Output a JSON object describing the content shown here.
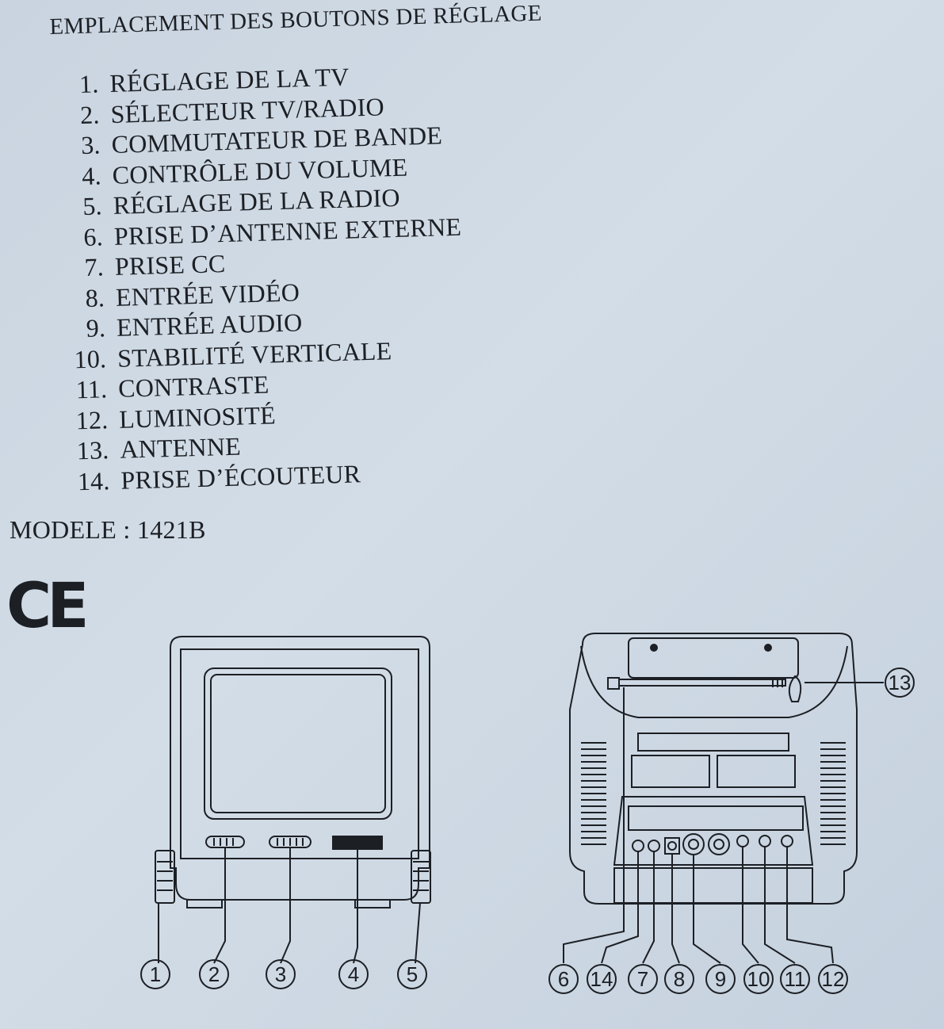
{
  "heading": "EMPLACEMENT DES BOUTONS DE RÉGLAGE",
  "items": [
    {
      "num": "1.",
      "label": "RÉGLAGE DE LA TV"
    },
    {
      "num": "2.",
      "label": "SÉLECTEUR TV/RADIO"
    },
    {
      "num": "3.",
      "label": "COMMUTATEUR DE BANDE"
    },
    {
      "num": "4.",
      "label": "CONTRÔLE DU VOLUME"
    },
    {
      "num": "5.",
      "label": "RÉGLAGE DE LA RADIO"
    },
    {
      "num": "6.",
      "label": "PRISE D’ANTENNE EXTERNE"
    },
    {
      "num": "7.",
      "label": "PRISE CC"
    },
    {
      "num": "8.",
      "label": "ENTRÉE VIDÉO"
    },
    {
      "num": "9.",
      "label": "ENTRÉE AUDIO"
    },
    {
      "num": "10.",
      "label": "STABILITÉ VERTICALE"
    },
    {
      "num": "11.",
      "label": "CONTRASTE"
    },
    {
      "num": "12.",
      "label": "LUMINOSITÉ"
    },
    {
      "num": "13.",
      "label": "ANTENNE"
    },
    {
      "num": "14.",
      "label": "PRISE D’ÉCOUTEUR"
    }
  ],
  "model": "MODELE : 1421B",
  "certification_mark": "CE",
  "front_callouts": [
    "1",
    "2",
    "3",
    "4",
    "5"
  ],
  "rear_callouts": [
    "6",
    "14",
    "7",
    "8",
    "9",
    "10",
    "11",
    "12"
  ],
  "rear_top_callout": "13",
  "colors": {
    "paper": "#cdd8e3",
    "ink": "#1c1f24"
  }
}
